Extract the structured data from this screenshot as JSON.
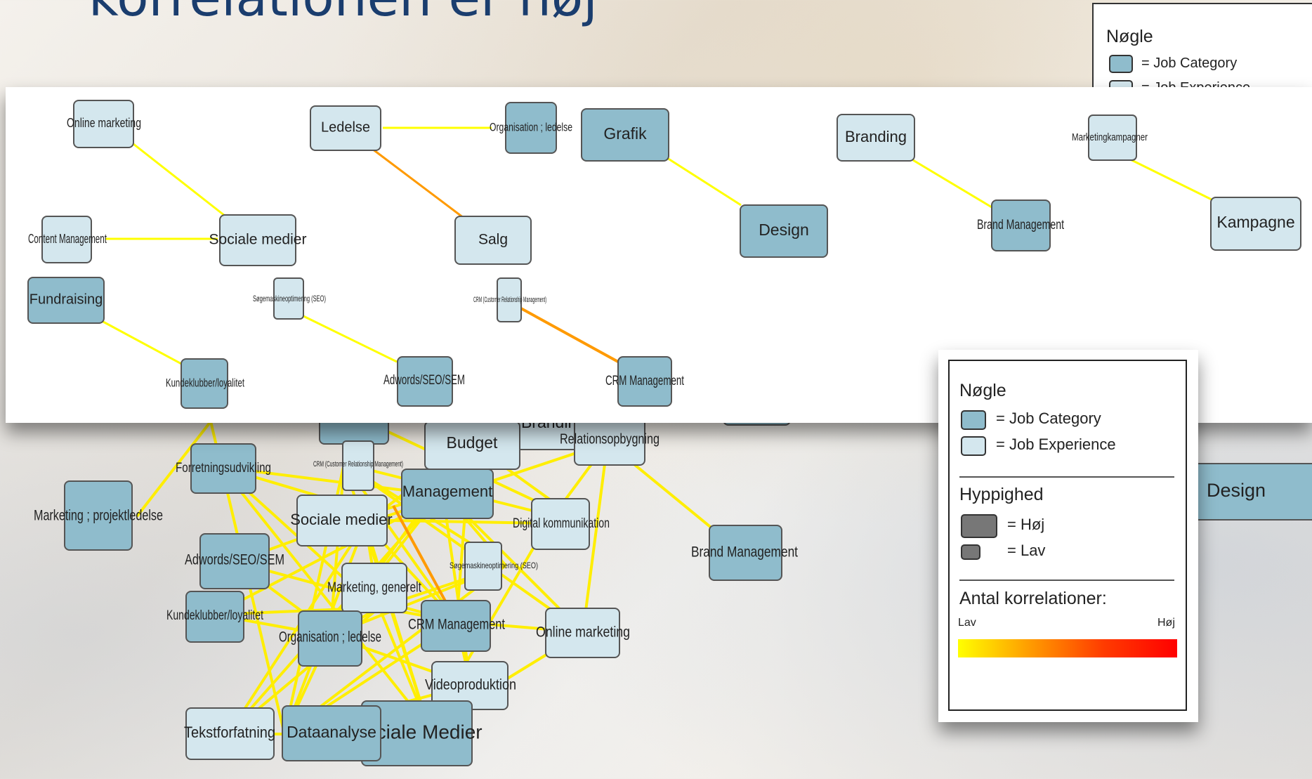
{
  "slide": {
    "title": "korrelationen er høj"
  },
  "colors": {
    "category": "#8fbccc",
    "experience": "#d4e7ee",
    "low": "#ffff00",
    "mid": "#ff9a00",
    "high": "#ff0000"
  },
  "legend": {
    "title": "Nøgle",
    "category_label": "= Job Category",
    "experience_label": "= Job Experience",
    "frequency_title": "Hyppighed",
    "high_label": "= Høj",
    "low_label": "= Lav",
    "correlations_title": "Antal korrelationer:",
    "scale_low": "Lav",
    "scale_high": "Høj"
  },
  "back_legend": {
    "title": "Nøgle",
    "category_label": "= Job Category",
    "experience_label": "= Job Experience"
  },
  "top_graph": {
    "nodes": [
      {
        "id": "online_marketing",
        "label": "Online marketing",
        "kind": "exp",
        "size": "sm"
      },
      {
        "id": "ledelse",
        "label": "Ledelse",
        "kind": "exp",
        "size": "md"
      },
      {
        "id": "organisation",
        "label": "Organisation ; ledelse",
        "kind": "cat",
        "size": "sm"
      },
      {
        "id": "grafik",
        "label": "Grafik",
        "kind": "cat",
        "size": "lg"
      },
      {
        "id": "branding",
        "label": "Branding",
        "kind": "exp",
        "size": "md"
      },
      {
        "id": "marketingkampagner",
        "label": "Marketingkampagner",
        "kind": "exp",
        "size": "sm"
      },
      {
        "id": "content_management",
        "label": "Content Management",
        "kind": "exp",
        "size": "sm"
      },
      {
        "id": "sociale_medier",
        "label": "Sociale medier",
        "kind": "exp",
        "size": "md"
      },
      {
        "id": "salg",
        "label": "Salg",
        "kind": "exp",
        "size": "md"
      },
      {
        "id": "design",
        "label": "Design",
        "kind": "cat",
        "size": "lg"
      },
      {
        "id": "brand_management",
        "label": "Brand Management",
        "kind": "cat",
        "size": "md"
      },
      {
        "id": "kampagne",
        "label": "Kampagne",
        "kind": "exp",
        "size": "md"
      },
      {
        "id": "fundraising",
        "label": "Fundraising",
        "kind": "cat",
        "size": "md"
      },
      {
        "id": "seo",
        "label": "Søgemaskineoptimering (SEO)",
        "kind": "exp",
        "size": "sm"
      },
      {
        "id": "crm_customer",
        "label": "CRM (Customer Relationship Management)",
        "kind": "exp",
        "size": "sm"
      },
      {
        "id": "kundeklubber",
        "label": "Kundeklubber/loyalitet",
        "kind": "cat",
        "size": "sm"
      },
      {
        "id": "adwords",
        "label": "Adwords/SEO/SEM",
        "kind": "cat",
        "size": "sm"
      },
      {
        "id": "crm_management",
        "label": "CRM Management",
        "kind": "cat",
        "size": "md"
      }
    ],
    "edges": [
      {
        "from": "online_marketing",
        "to": "sociale_medier",
        "strength": "low"
      },
      {
        "from": "content_management",
        "to": "sociale_medier",
        "strength": "low"
      },
      {
        "from": "ledelse",
        "to": "organisation",
        "strength": "low"
      },
      {
        "from": "ledelse",
        "to": "salg",
        "strength": "mid"
      },
      {
        "from": "grafik",
        "to": "design",
        "strength": "low"
      },
      {
        "from": "branding",
        "to": "brand_management",
        "strength": "low"
      },
      {
        "from": "marketingkampagner",
        "to": "kampagne",
        "strength": "low"
      },
      {
        "from": "fundraising",
        "to": "kundeklubber",
        "strength": "low"
      },
      {
        "from": "seo",
        "to": "adwords",
        "strength": "low"
      },
      {
        "from": "crm_customer",
        "to": "crm_management",
        "strength": "mid"
      }
    ]
  },
  "bottom_graph": {
    "nodes": [
      {
        "id": "b_marketing_projekt",
        "label": "Marketing ; projektledelse",
        "kind": "cat"
      },
      {
        "id": "b_forretning",
        "label": "Forretningsudvikling",
        "kind": "cat"
      },
      {
        "id": "b_crm_customer",
        "label": "CRM (Customer Relationship Management)",
        "kind": "exp"
      },
      {
        "id": "b_budget",
        "label": "Budget",
        "kind": "exp"
      },
      {
        "id": "b_branding",
        "label": "Branding",
        "kind": "exp"
      },
      {
        "id": "b_relation",
        "label": "Relationsopbygning",
        "kind": "exp"
      },
      {
        "id": "b_management",
        "label": "Management",
        "kind": "cat"
      },
      {
        "id": "b_sociale",
        "label": "Sociale medier",
        "kind": "exp"
      },
      {
        "id": "b_digital",
        "label": "Digital kommunikation",
        "kind": "exp"
      },
      {
        "id": "b_brand_mgmt",
        "label": "Brand Management",
        "kind": "cat"
      },
      {
        "id": "b_adwords",
        "label": "Adwords/SEO/SEM",
        "kind": "cat"
      },
      {
        "id": "b_seo",
        "label": "Søgemaskineoptimering (SEO)",
        "kind": "exp"
      },
      {
        "id": "b_marketing_gen",
        "label": "Marketing, generelt",
        "kind": "exp"
      },
      {
        "id": "b_kunde",
        "label": "Kundeklubber/loyalitet",
        "kind": "cat"
      },
      {
        "id": "b_crm_mgmt",
        "label": "CRM Management",
        "kind": "cat"
      },
      {
        "id": "b_online",
        "label": "Online marketing",
        "kind": "exp"
      },
      {
        "id": "b_org",
        "label": "Organisation ; ledelse",
        "kind": "cat"
      },
      {
        "id": "b_video",
        "label": "Videoproduktion",
        "kind": "exp"
      },
      {
        "id": "b_tekst",
        "label": "Tekstforfatning",
        "kind": "exp"
      },
      {
        "id": "b_data",
        "label": "Dataanalyse",
        "kind": "cat"
      },
      {
        "id": "b_sociale_big",
        "label": "Sociale Medier",
        "kind": "cat"
      },
      {
        "id": "b_design",
        "label": "Design",
        "kind": "cat"
      }
    ]
  }
}
